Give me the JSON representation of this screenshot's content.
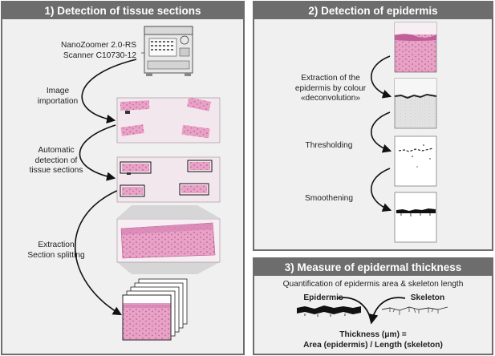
{
  "panel1": {
    "title": "1) Detection of tissue sections",
    "scanner_line1": "NanoZoomer 2.0-RS",
    "scanner_line2": "Scanner C10730-12",
    "step1": "Image importation",
    "step1_l1": "Image",
    "step1_l2": "importation",
    "step2_l1": "Automatic",
    "step2_l2": "detection of",
    "step2_l3": "tissue sections",
    "step3_l1": "Extraction",
    "step3_l2": "Section splitting"
  },
  "panel2": {
    "title": "2) Detection of epidermis",
    "step1_l1": "Extraction of the",
    "step1_l2": "epidermis by colour",
    "step1_l3": "«deconvolution»",
    "step2": "Thresholding",
    "step3": "Smoothening"
  },
  "panel3": {
    "title": "3) Measure of epidermal thickness",
    "subtitle": "Quantification of epidermis area & skeleton length",
    "epidermis": "Epidermis",
    "skeleton": "Skeleton",
    "formula_l1": "Thickness (μm) =",
    "formula_l2": "Area (epidermis) / Length (skeleton)"
  },
  "colors": {
    "panel_header": "#6d6d6d",
    "panel_bg": "#f0f0f0",
    "tissue_pink": "#e9a9cb",
    "tissue_dark": "#c96aa2"
  }
}
